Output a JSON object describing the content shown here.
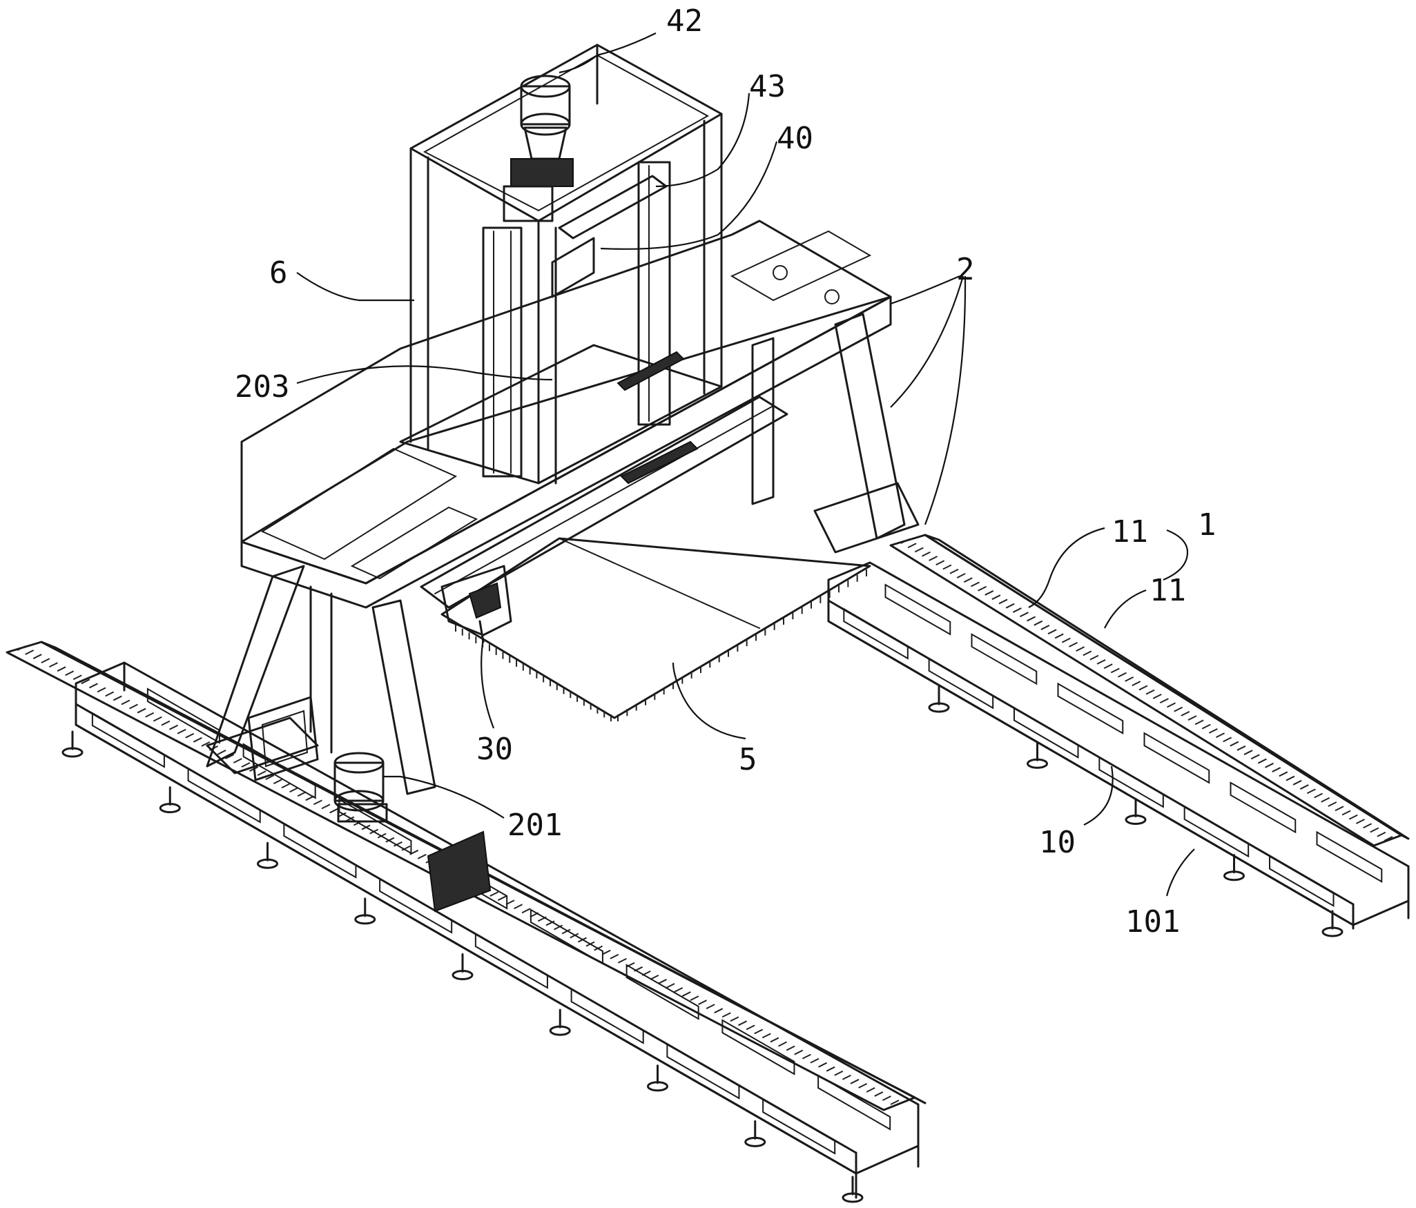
{
  "figure": {
    "labels": {
      "l42": "42",
      "l43": "43",
      "l40": "40",
      "l6": "6",
      "l2": "2",
      "l203": "203",
      "l11a": "11",
      "l1": "1",
      "l11b": "11",
      "l30": "30",
      "l5": "5",
      "l201": "201",
      "l10": "10",
      "l101": "101"
    }
  }
}
